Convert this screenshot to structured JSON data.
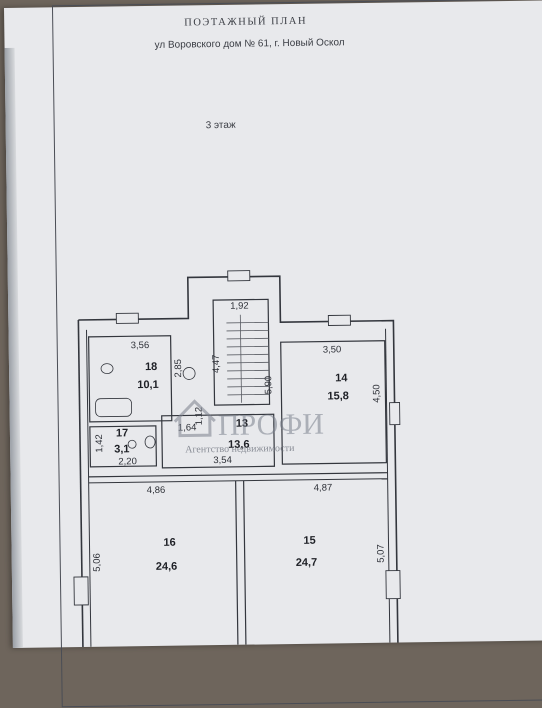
{
  "header": {
    "title": "ПОЭТАЖНЫЙ ПЛАН",
    "address": "ул Воровского дом № 61, г. Новый Оскол",
    "floor": "3 этаж"
  },
  "rooms": [
    {
      "number": "18",
      "area": "10,1"
    },
    {
      "number": "14",
      "area": "15,8"
    },
    {
      "number": "13",
      "area": "13,6"
    },
    {
      "number": "17",
      "area": "3,1"
    },
    {
      "number": "16",
      "area": "24,6"
    },
    {
      "number": "15",
      "area": "24,7"
    }
  ],
  "dimensions": {
    "stair_width": "1,92",
    "stair_length": "4,47",
    "hall_length": "5,90",
    "room18_width": "3,56",
    "room18_depth": "2,85",
    "room14_width": "3,50",
    "room14_depth": "4,50",
    "room13_width": "1,64",
    "room13_depth": "1,12",
    "room13_length": "3,54",
    "room17_width": "2,20",
    "room17_depth": "1,42",
    "room16_width": "4,86",
    "room16_depth": "5,06",
    "room15_width": "4,87",
    "room15_depth": "5,07"
  },
  "watermark": {
    "brand": "ПРОФИ",
    "tagline": "Агентство недвижимости"
  }
}
